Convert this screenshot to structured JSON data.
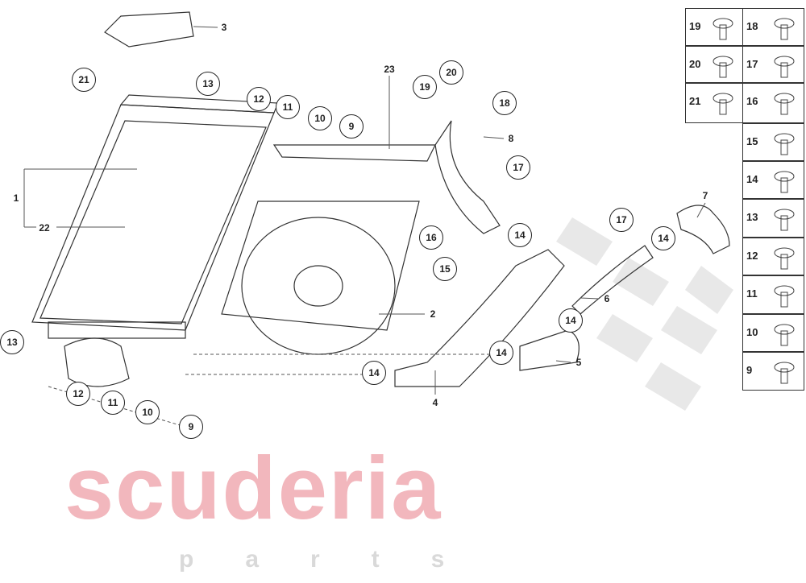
{
  "watermark": {
    "brand": "scuderia",
    "sub": "parts"
  },
  "callouts": [
    "21",
    "13",
    "12",
    "11",
    "10",
    "9",
    "19",
    "20",
    "18",
    "17",
    "16",
    "15",
    "14",
    "17",
    "14",
    "14",
    "14",
    "14",
    "13",
    "12",
    "11",
    "10",
    "9"
  ],
  "labels": [
    "3",
    "1",
    "22",
    "23",
    "8",
    "7",
    "2",
    "6",
    "5",
    "4"
  ],
  "legend": {
    "left": [
      "19",
      "20",
      "21"
    ],
    "right": [
      "18",
      "17",
      "16",
      "15",
      "14",
      "13",
      "12",
      "11",
      "10",
      "9"
    ]
  }
}
